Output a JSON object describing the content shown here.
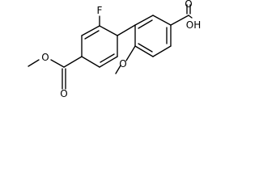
{
  "molecule": {
    "atoms": {
      "fluorine": "F",
      "hydroxyl": "OH",
      "carboxyl_oxygen": "O",
      "methoxy_oxygen": "O",
      "ester_carbonyl_oxygen": "O",
      "ester_oxygen": "O"
    }
  },
  "colors": {
    "bond": "#000000",
    "label": "#000000",
    "background": "#ffffff"
  }
}
